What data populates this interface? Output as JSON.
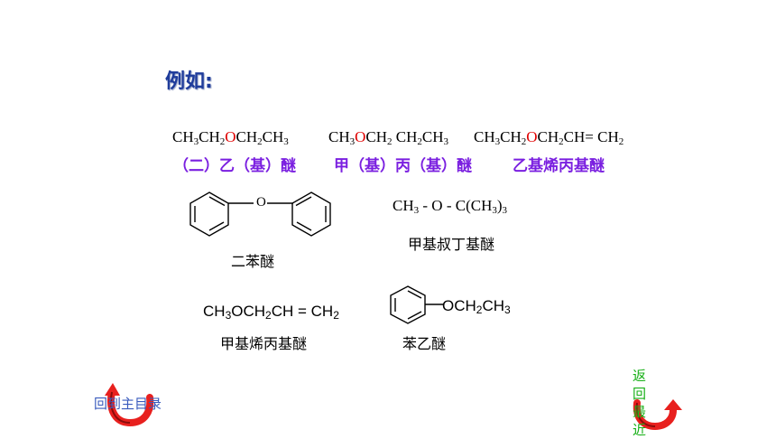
{
  "title": "例如:",
  "formulas_row1": {
    "f1": {
      "a": "CH",
      "s1": "3",
      "b": "CH",
      "s2": "2",
      "o": "O",
      "c": "CH",
      "s3": "2",
      "d": "CH",
      "s4": "3"
    },
    "f2": {
      "a": "CH",
      "s1": "3",
      "o": "O",
      "b": "CH",
      "s2": "2",
      "c": " CH",
      "s3": "2",
      "d": "CH",
      "s4": "3"
    },
    "f3": {
      "a": "CH",
      "s1": "3",
      "b": "CH",
      "s2": "2",
      "o": "O",
      "c": "CH",
      "s3": "2",
      "d": "CH= CH",
      "s4": "2"
    }
  },
  "names_row1": [
    "（二）乙（基）醚",
    "甲（基）丙（基）醚",
    "乙基烯丙基醚"
  ],
  "diphenyl": {
    "oxygen": "O",
    "name": "二苯醚"
  },
  "tbutyl": {
    "a": "CH",
    "s1": "3",
    "b": " - O - C(CH",
    "s2": "3",
    "c": ")",
    "s3": "3",
    "name": "甲基叔丁基醚"
  },
  "allyl": {
    "a": "CH",
    "s1": "3",
    "b": "OCH",
    "s2": "2",
    "c": "CH = CH",
    "s3": "2",
    "name": "甲基烯丙基醚"
  },
  "phenetole": {
    "a": "OCH",
    "s1": "2",
    "b": "CH",
    "s2": "3",
    "name": "苯乙醚"
  },
  "nav": {
    "main_menu": "回到主目录",
    "back": "返回最近"
  },
  "colors": {
    "title": "#1f3c9b",
    "oxygen": "#e00000",
    "names": "#7a1fe0",
    "link": "#3a5bbd",
    "back": "#18b018",
    "arrow": "#e8201e"
  }
}
